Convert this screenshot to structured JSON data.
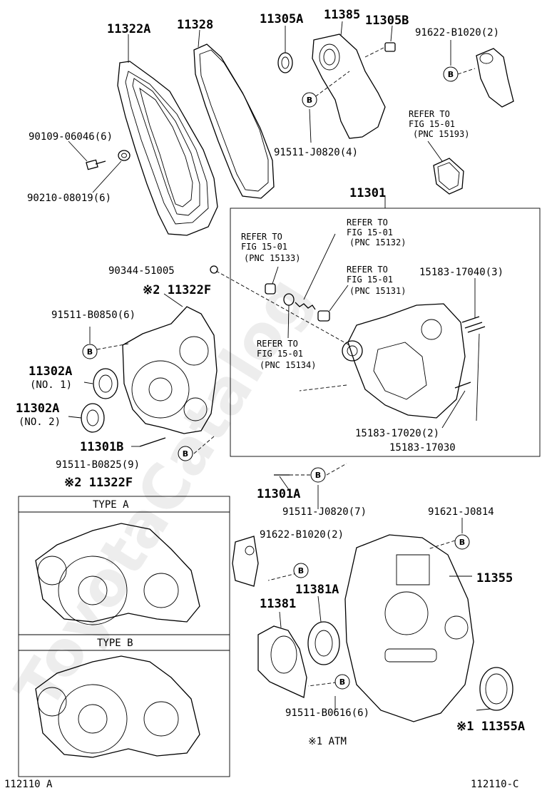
{
  "watermark": "ToyotaCatalog",
  "bubble_letter": "B",
  "labels": {
    "p11322A": "11322A",
    "p11328": "11328",
    "p11305A": "11305A",
    "p11385": "11385",
    "p11305B": "11305B",
    "p91622_top": "91622-B1020(2)",
    "p91511_J0820_4": "91511-J0820(4)",
    "p90109": "90109-06046(6)",
    "p90210": "90210-08019(6)",
    "p11301": "11301",
    "p15183_17040": "15183-17040(3)",
    "p90344": "90344-51005",
    "p11322F": "※2 11322F",
    "p91511_B0850": "91511-B0850(6)",
    "p11302A_1": "11302A",
    "no1": "(NO. 1)",
    "p11302A_2": "11302A",
    "no2": "(NO. 2)",
    "p15183_17020": "15183-17020(2)",
    "p15183_17030": "15183-17030",
    "p11301B": "11301B",
    "p91511_B0825": "91511-B0825(9)",
    "p11322F_variants": "※2 11322F",
    "p11301A": "11301A",
    "p91511_J0820_7": "91511-J0820(7)",
    "p91621": "91621-J0814",
    "p91622_lower": "91622-B1020(2)",
    "p11355": "11355",
    "p11381A": "11381A",
    "p11381": "11381",
    "p91511_B0616": "91511-B0616(6)",
    "p11355A": "※1 11355A"
  },
  "refer": {
    "r15193": {
      "line1": "REFER TO",
      "line2": "FIG 15-01",
      "line3": "(PNC 15193)"
    },
    "r15132": {
      "line1": "REFER TO",
      "line2": "FIG 15-01",
      "line3": "(PNC 15132)"
    },
    "r15133": {
      "line1": "REFER TO",
      "line2": "FIG 15-01",
      "line3": "(PNC 15133)"
    },
    "r15131": {
      "line1": "REFER TO",
      "line2": "FIG 15-01",
      "line3": "(PNC 15131)"
    },
    "r15134": {
      "line1": "REFER TO",
      "line2": "FIG 15-01",
      "line3": "(PNC 15134)"
    }
  },
  "types": {
    "a": "TYPE A",
    "b": "TYPE B"
  },
  "footnote": "※1 ATM",
  "figure_ids": {
    "left": "112110 A",
    "right": "112110-C"
  }
}
